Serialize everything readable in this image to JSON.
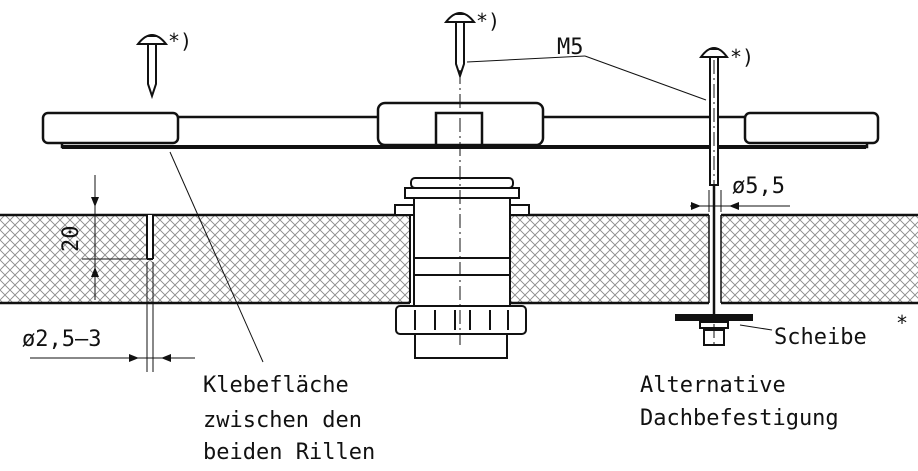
{
  "labels": {
    "asterisk": "*)",
    "screw_thread": "M5",
    "hole_diameter": "ø5,5",
    "depth": "20",
    "groove_diameter": "ø2,5–3",
    "washer": "Scheibe",
    "washer_mark": "*",
    "adhesive_line1": "Klebefläche",
    "adhesive_line2": "zwischen den",
    "adhesive_line3": "beiden Rillen",
    "alt_line1": "Alternative",
    "alt_line2": "Dachbefestigung"
  },
  "colors": {
    "line": "#111111",
    "hatch": "#8a8a8a",
    "background": "#ffffff"
  }
}
